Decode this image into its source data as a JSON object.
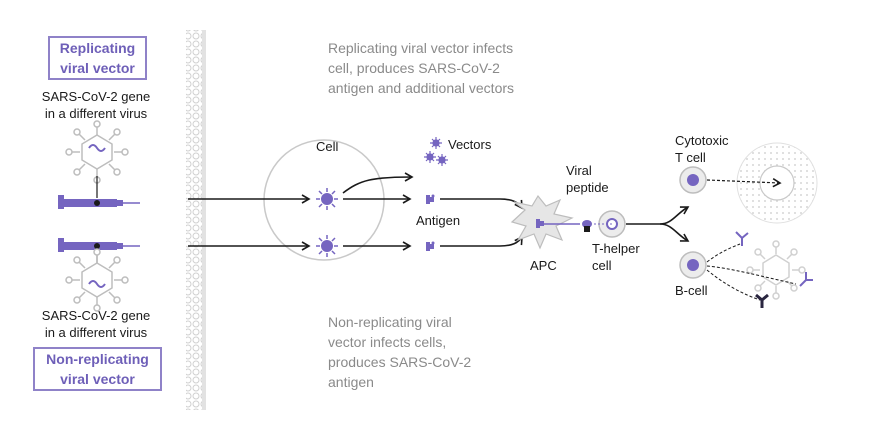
{
  "replicating": {
    "title_line1": "Replicating",
    "title_line2": "viral vector",
    "gene_line1": "SARS-CoV-2 gene",
    "gene_line2": "in a different virus",
    "description_line1": "Replicating viral vector infects",
    "description_line2": "cell, produces SARS-CoV-2",
    "description_line3": "antigen and additional vectors"
  },
  "non_replicating": {
    "title_line1": "Non-replicating",
    "title_line2": "viral vector",
    "gene_line1": "SARS-CoV-2 gene",
    "gene_line2": "in a different virus",
    "description_line1": "Non-replicating viral",
    "description_line2": "vector infects cells,",
    "description_line3": "produces SARS-CoV-2",
    "description_line4": "antigen"
  },
  "labels": {
    "cell": "Cell",
    "vectors": "Vectors",
    "antigen": "Antigen",
    "viral_peptide_line1": "Viral",
    "viral_peptide_line2": "peptide",
    "apc": "APC",
    "t_helper_line1": "T-helper",
    "t_helper_line2": "cell",
    "cytotoxic_line1": "Cytotoxic",
    "cytotoxic_line2": "T cell",
    "b_cell": "B-cell"
  },
  "colors": {
    "accent": "#7565c0",
    "accent_light": "#b9afe0",
    "line": "#1a1a1a",
    "muted_text": "#8a8a8a",
    "membrane": "#c9c9c9"
  }
}
